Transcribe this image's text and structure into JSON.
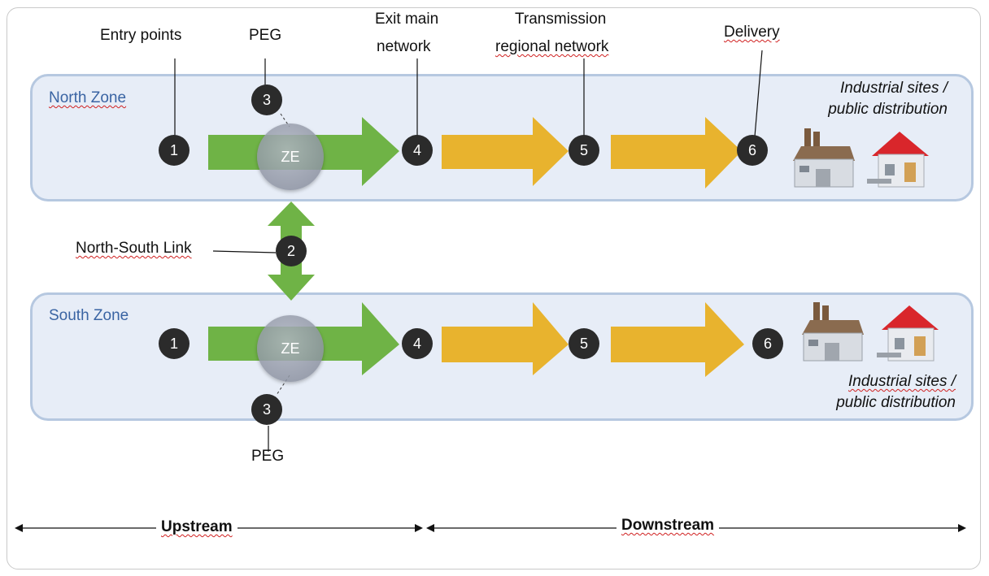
{
  "top_labels": {
    "entry_points": "Entry points",
    "peg": "PEG",
    "exit_main_network_1": "Exit main",
    "exit_main_network_2": "network",
    "transmission_1": "Transmission",
    "transmission_2": "regional network",
    "delivery": "Delivery"
  },
  "north_zone": {
    "title": "North Zone",
    "ze": "ZE",
    "badges": [
      "1",
      "3",
      "4",
      "5",
      "6"
    ],
    "destinations_1": "Industrial sites /",
    "destinations_2": "public distribution"
  },
  "link": {
    "label": "North-South Link",
    "badge": "2"
  },
  "south_zone": {
    "title": "South Zone",
    "ze": "ZE",
    "badges": [
      "1",
      "3",
      "4",
      "5",
      "6"
    ],
    "destinations_1": "Industrial sites /",
    "destinations_2": "public distribution",
    "peg": "PEG"
  },
  "bottom": {
    "upstream": "Upstream",
    "downstream": "Downstream"
  },
  "colors": {
    "green_arrow": "#6fb346",
    "yellow_arrow": "#e8b32e",
    "zone_fill": "#e7edf7",
    "zone_border": "#b6c8e0",
    "badge": "#2b2b2b",
    "zone_title": "#3a64a3"
  },
  "icons": [
    "factory-icon",
    "house-icon"
  ]
}
